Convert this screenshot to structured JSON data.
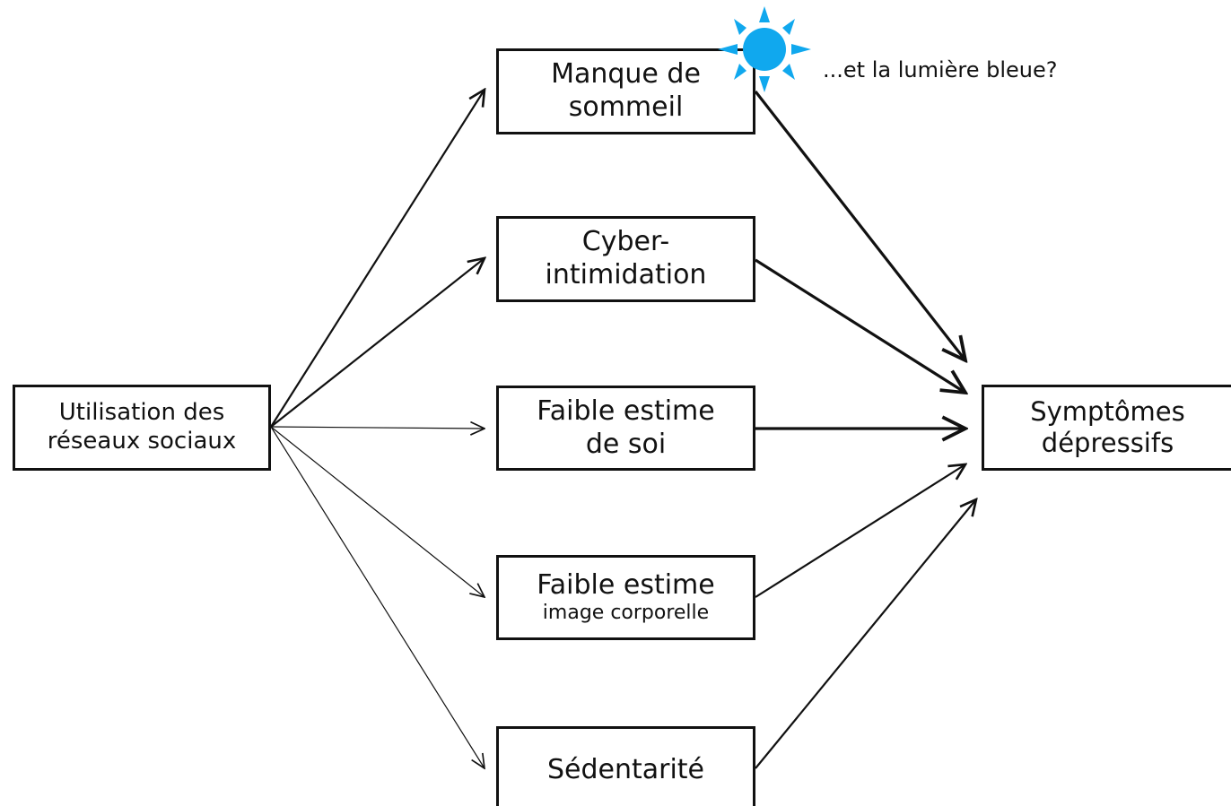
{
  "nodes": {
    "source": {
      "line1": "Utilisation des",
      "line2": "réseaux sociaux"
    },
    "sleep": {
      "line1": "Manque de",
      "line2": "sommeil"
    },
    "cyber": {
      "line1": "Cyber-",
      "line2": "intimidation"
    },
    "esteem": {
      "line1": "Faible estime",
      "line2": "de soi"
    },
    "body": {
      "line1": "Faible estime",
      "line2": "image corporelle"
    },
    "sedentary": {
      "line1": "Sédentarité"
    },
    "target": {
      "line1": "Symptômes",
      "line2": "dépressifs"
    }
  },
  "annotation": {
    "text": "...et la lumière bleue?",
    "icon": "sun-icon"
  },
  "colors": {
    "sun": "#10a8ee",
    "stroke": "#111111"
  }
}
